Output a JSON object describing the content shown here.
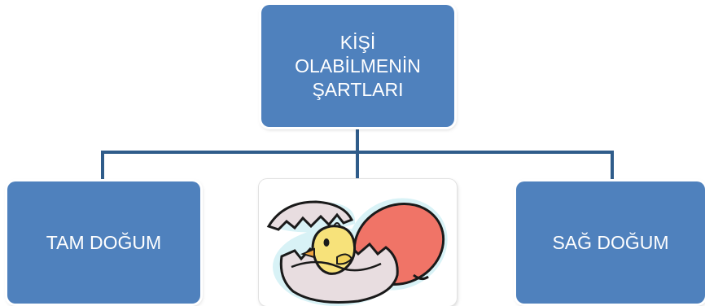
{
  "root": {
    "lines": [
      "KİŞİ",
      "OLABİLMENİN",
      "ŞARTLARI"
    ]
  },
  "children": [
    {
      "label": "TAM DOĞUM"
    },
    {
      "label": "SAĞ DOĞUM"
    }
  ],
  "picture": {
    "icon": "hatching-chick-egg-icon"
  },
  "colors": {
    "node_fill": "#4f81bd",
    "connector": "#2f5c8a",
    "egg_red": "#f07467",
    "shell": "#e8dde0",
    "chick": "#f7e27a"
  }
}
